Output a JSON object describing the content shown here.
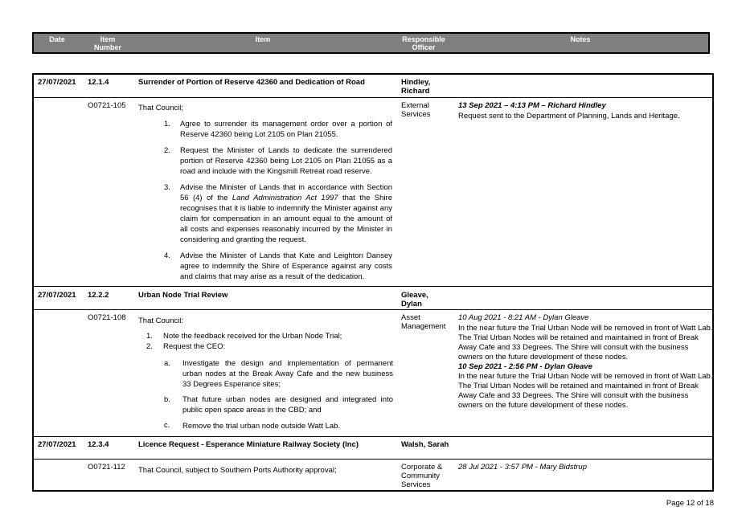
{
  "header": {
    "date": "Date",
    "item_number": "Item Number",
    "item": "Item",
    "responsible_officer": "Responsible Officer",
    "notes": "Notes"
  },
  "items": [
    {
      "date": "27/07/2021",
      "number": "12.1.4",
      "title": "Surrender of Portion of Reserve 42360 and Dedication of Road",
      "officer": "Hindley, Richard",
      "resolution": "O0721-105",
      "department": "External Services",
      "intro": "That Council;",
      "points": [
        {
          "n": "1.",
          "text": "Agree to surrender its management order over a portion of Reserve 42360 being Lot 2105 on Plan 21055."
        },
        {
          "n": "2.",
          "text": "Request the Minister of Lands to dedicate the surrendered portion of Reserve 42360 being Lot 2105 on Plan 21055 as a road and include with the Kingsmill Retreat road reserve."
        },
        {
          "n": "3.",
          "text_pre": "Advise the Minister of Lands that in accordance with Section 56 (4) of the ",
          "text_italic": "Land Administration Act 1997",
          "text_post": " that the Shire recognises that it is liable to indemnify the Minister against any claim for compensation in an amount equal to the amount of all costs and expenses reasonably incurred by the Minister in considering and granting the request."
        },
        {
          "n": "4.",
          "text": "Advise the Minister of Lands that Kate and Leighton Dansey agree to indemnify the Shire of Esperance against any costs and claims that may arise as a result of the dedication."
        }
      ],
      "notes": [
        {
          "heading": "13 Sep 2021 – 4:13 PM – Richard Hindley",
          "body": "Request sent to the Department of Planning, Lands and Heritage."
        }
      ]
    },
    {
      "date": "27/07/2021",
      "number": "12.2.2",
      "title": "Urban Node Trial Review",
      "officer": "Gleave, Dylan",
      "resolution": "O0721-108",
      "department": "Asset Management",
      "intro": "That Council:",
      "points": [
        {
          "n": "1.",
          "text": "Note the feedback received for the Urban Node Trial;"
        },
        {
          "n": "2.",
          "text": "Request the CEO:"
        }
      ],
      "subpoints": [
        {
          "n": "a.",
          "text": "Investigate the design and implementation of permanent urban nodes at the Break Away Cafe and the new business 33 Degrees Esperance sites;"
        },
        {
          "n": "b.",
          "text": "That future urban nodes are designed and integrated into public open space areas in the CBD; and"
        },
        {
          "n": "c.",
          "text": "Remove the trial urban node outside Watt Lab."
        }
      ],
      "notes": [
        {
          "heading": "10 Aug 2021 - 8:21 AM - Dylan Gleave",
          "body": "In the near future the Trial Urban Node will be removed in front of Watt Lab. The Trial Urban Nodes will be retained and maintained in front of Break Away Cafe and 33 Degrees. The Shire will consult with the business owners on the future development of these nodes."
        },
        {
          "heading": "10 Sep 2021 - 2:56 PM - Dylan Gleave",
          "body": "In the near future the Trial Urban Node will be removed in front of Watt Lab. The Trial Urban Nodes will be retained and maintained in front of Break Away Cafe and 33 Degrees. The Shire will consult with the business owners on the future development of these nodes."
        }
      ]
    },
    {
      "date": "27/07/2021",
      "number": "12.3.4",
      "title": "Licence Request - Esperance Miniature Railway Society (Inc)",
      "officer": "Walsh, Sarah",
      "resolution": "O0721-112",
      "department": "Corporate & Community Services",
      "intro": "That Council, subject to Southern Ports Authority approval;",
      "notes": [
        {
          "heading": "28 Jul 2021 - 3:57 PM - Mary Bidstrup"
        }
      ]
    }
  ],
  "footer": {
    "page": "Page 12 of 18"
  }
}
